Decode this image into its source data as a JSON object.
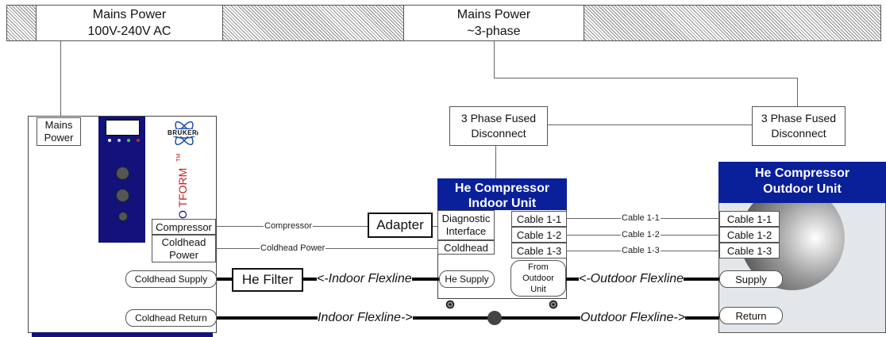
{
  "mains1": {
    "line1": "Mains Power",
    "line2": "100V-240V AC"
  },
  "mains2": {
    "line1": "Mains Power",
    "line2": "~3-phase"
  },
  "disconnect1": {
    "line1": "3 Phase Fused",
    "line2": "Disconnect"
  },
  "disconnect2": {
    "line1": "3 Phase Fused",
    "line2": "Disconnect"
  },
  "console": {
    "mains_line1": "Mains",
    "mains_line2": "Power",
    "brand": "BRUKER",
    "vertical_logo_prefix": "O",
    "vertical_logo": "TFORM",
    "tm": "TM",
    "compressor": "Compressor",
    "coldhead_power_line1": "Coldhead",
    "coldhead_power_line2": "Power",
    "coldhead_supply": "Coldhead Supply",
    "coldhead_return": "Coldhead Return"
  },
  "adapter": "Adapter",
  "he_filter": "He Filter",
  "indoor": {
    "title_line1": "He Compressor",
    "title_line2": "Indoor Unit",
    "diag_line1": "Diagnostic",
    "diag_line2": "Interface",
    "coldhead": "Coldhead",
    "cable1": "Cable 1-1",
    "cable2": "Cable 1-2",
    "cable3": "Cable 1-3",
    "he_supply": "He Supply",
    "from_line1": "From",
    "from_line2": "Outdoor",
    "from_line3": "Unit"
  },
  "outdoor": {
    "title_line1": "He Compressor",
    "title_line2": "Outdoor Unit",
    "cable1": "Cable 1-1",
    "cable2": "Cable 1-2",
    "cable3": "Cable 1-3",
    "supply": "Supply",
    "return": "Return"
  },
  "connections": {
    "compressor": "Compressor",
    "coldhead_power": "Coldhead Power",
    "cable1": "Cable 1-1",
    "cable2": "Cable 1-2",
    "cable3": "Cable 1-3",
    "indoor_flex_left": "<-Indoor Flexline",
    "outdoor_flex_left": "<-Outdoor Flexline",
    "indoor_flex_right": "Indoor Flexline->",
    "outdoor_flex_right": "Outdoor Flexline->"
  },
  "colors": {
    "unit_header": "#0a1f9a",
    "console_panel": "#12127a",
    "outdoor_body": "#e3e7ea"
  }
}
